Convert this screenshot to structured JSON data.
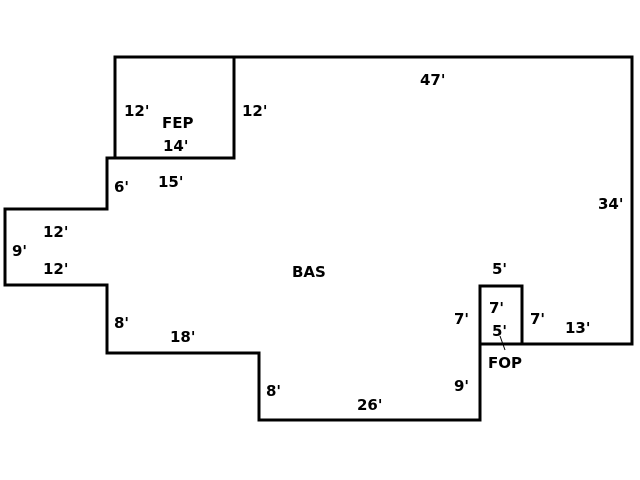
{
  "areas": {
    "main": "BAS",
    "porch_enclosed": "FEP",
    "porch_open": "FOP"
  },
  "dimensions": {
    "fep_left": "12'",
    "fep_right": "12'",
    "fep_bottom": "14'",
    "top": "47'",
    "right": "34'",
    "notch_left": "6'",
    "step_top": "15'",
    "wing_top": "12'",
    "wing_left": "9'",
    "wing_bottom": "12'",
    "lower_left": "8'",
    "lower_step": "18'",
    "bottom_left": "8'",
    "bottom": "26'",
    "bottom_right": "9'",
    "fop_top": "5'",
    "fop_left_outer": "7'",
    "fop_left_inner": "7'",
    "fop_bottom_inner": "5'",
    "fop_right": "7'",
    "right_bottom": "13'"
  }
}
